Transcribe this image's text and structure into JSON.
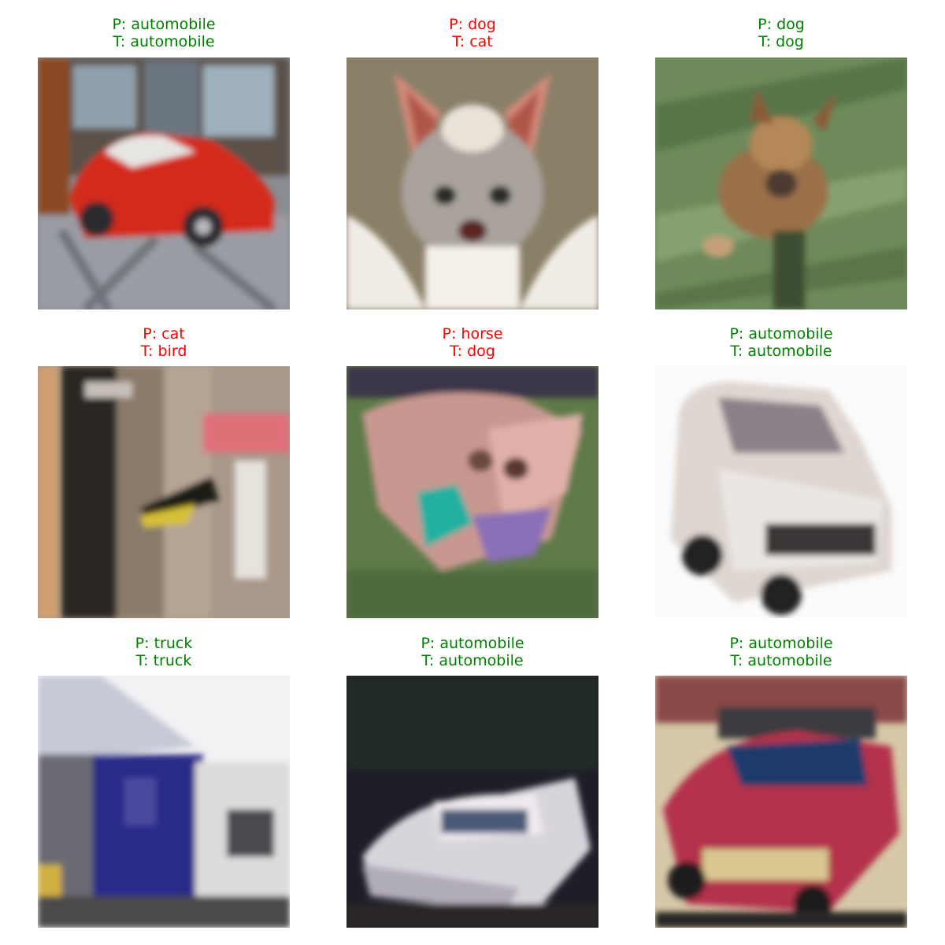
{
  "colors": {
    "correct": "#008000",
    "incorrect": "#ff0000"
  },
  "samples": [
    {
      "predicted": "P: automobile",
      "true": "T: automobile",
      "correct": true,
      "scene": "red-car-street"
    },
    {
      "predicted": "P: dog",
      "true": "T: cat",
      "correct": false,
      "scene": "white-cat"
    },
    {
      "predicted": "P: dog",
      "true": "T: dog",
      "correct": true,
      "scene": "brown-dog-grass"
    },
    {
      "predicted": "P: cat",
      "true": "T: bird",
      "correct": false,
      "scene": "yellow-bird"
    },
    {
      "predicted": "P: horse",
      "true": "T: dog",
      "correct": false,
      "scene": "pink-dog-green-toy"
    },
    {
      "predicted": "P: automobile",
      "true": "T: automobile",
      "correct": true,
      "scene": "white-car"
    },
    {
      "predicted": "P: truck",
      "true": "T: truck",
      "correct": true,
      "scene": "blue-truck"
    },
    {
      "predicted": "P: automobile",
      "true": "T: automobile",
      "correct": true,
      "scene": "white-car-dark"
    },
    {
      "predicted": "P: automobile",
      "true": "T: automobile",
      "correct": true,
      "scene": "red-car-parked"
    }
  ]
}
